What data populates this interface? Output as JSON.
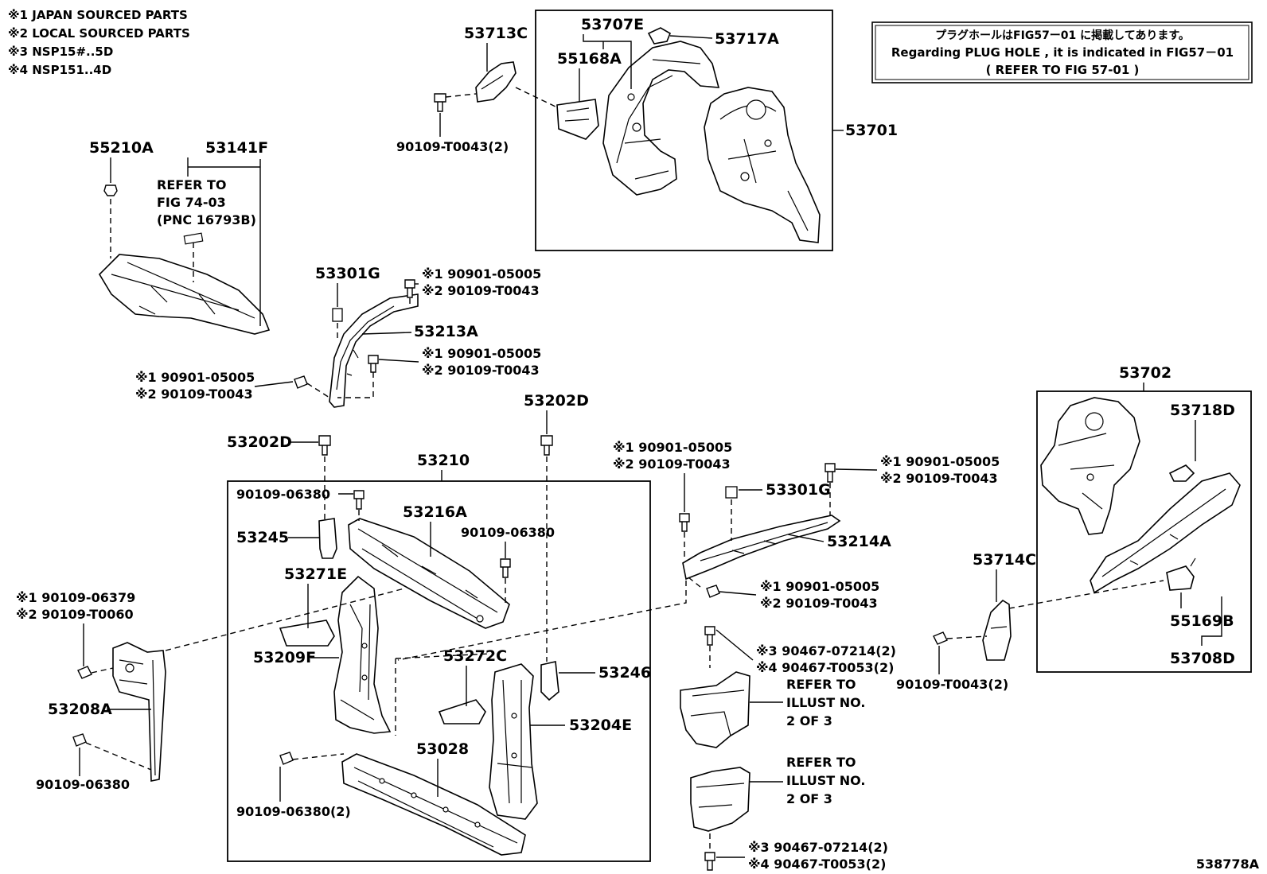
{
  "notes": [
    "※1 JAPAN SOURCED PARTS",
    "※2 LOCAL SOURCED PARTS",
    "※3 NSP15#..5D",
    "※4 NSP151..4D"
  ],
  "notice": {
    "jp": "プラグホールはFIG57ー01 に掲載してあります。",
    "en": "Regarding  PLUG HOLE , it is indicated in FIG57－01",
    "sub": "(    REFER  TO  FIG  57-01    )"
  },
  "refer_fig": [
    "REFER  TO",
    "FIG  74-03",
    "(PNC  16793B)"
  ],
  "refer_illust": [
    "REFER TO",
    "ILLUST NO.",
    "2 OF 3"
  ],
  "labels": {
    "p55210A": "55210A",
    "p53141F": "53141F",
    "p53713C": "53713C",
    "p53707E": "53707E",
    "p53717A": "53717A",
    "p55168A": "55168A",
    "p53701": "53701",
    "b90109_T0043_2": "90109-T0043(2)",
    "p53301G": "53301G",
    "p53213A": "53213A",
    "p53702": "53702",
    "p53718D": "53718D",
    "p53202D": "53202D",
    "p53210": "53210",
    "b90109_06380": "90109-06380",
    "b90109_06380_2": "90109-06380(2)",
    "p53216A": "53216A",
    "p53245": "53245",
    "p53271E": "53271E",
    "p53209F": "53209F",
    "p53272C": "53272C",
    "p53246": "53246",
    "p53204E": "53204E",
    "p53028": "53028",
    "p53214A": "53214A",
    "p53714C": "53714C",
    "p55169B": "55169B",
    "p53708D": "53708D",
    "p53208A": "53208A",
    "s1_05005": "※1 90901-05005",
    "s2_T0043": "※2 90109-T0043",
    "s1_06379": "※1 90109-06379",
    "s2_T0060": "※2 90109-T0060",
    "s3_07214": "※3 90467-07214(2)",
    "s4_T0053": "※4 90467-T0053(2)",
    "s3_07214b": "※3 90467-07214(2)",
    "s4_T0053b": "※4 90467-T0053(2)"
  },
  "figure_id": "538778A"
}
